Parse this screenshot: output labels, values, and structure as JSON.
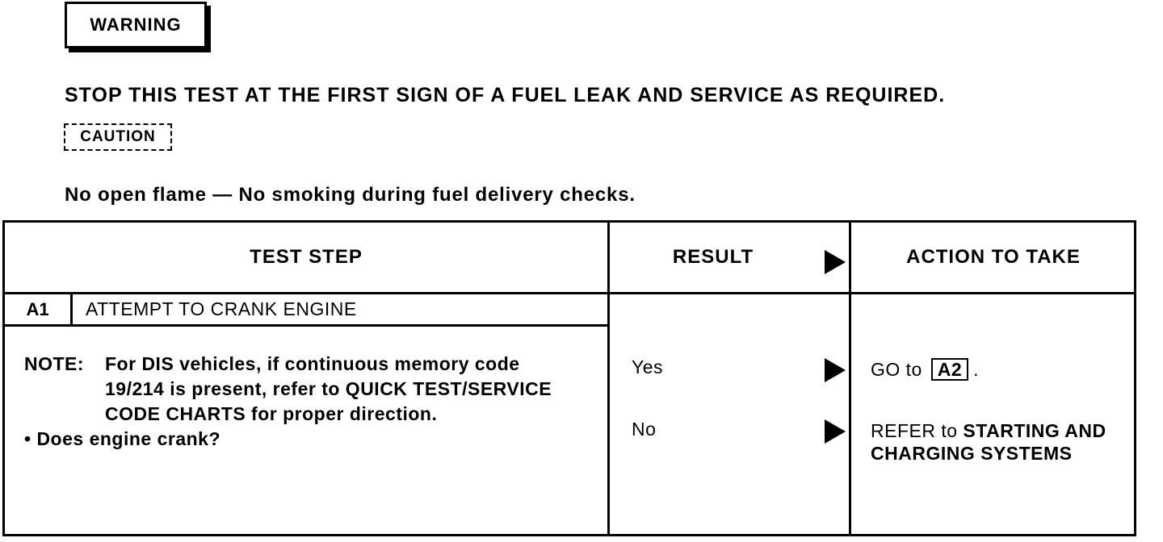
{
  "warning": {
    "label": "WARNING",
    "text": "STOP THIS TEST AT THE FIRST SIGN OF A FUEL LEAK AND SERVICE AS REQUIRED."
  },
  "caution": {
    "label": "CAUTION",
    "text": "No open flame — No smoking during fuel delivery checks."
  },
  "table": {
    "headers": {
      "test_step": "TEST STEP",
      "result": "RESULT",
      "action": "ACTION TO TAKE"
    },
    "step": {
      "id": "A1",
      "title": "ATTEMPT TO CRANK ENGINE",
      "note_label": "NOTE:",
      "note_body": "For DIS vehicles, if continuous memory code 19/214 is present, refer to QUICK TEST/SERVICE CODE CHARTS for proper direction.",
      "bullet": "• Does engine crank?"
    },
    "results": {
      "yes": "Yes",
      "no": "No"
    },
    "actions": {
      "yes_prefix": "GO to",
      "yes_ref": "A2",
      "yes_suffix": ".",
      "no_prefix": "REFER to",
      "no_bold": "STARTING AND CHARGING SYSTEMS"
    }
  }
}
